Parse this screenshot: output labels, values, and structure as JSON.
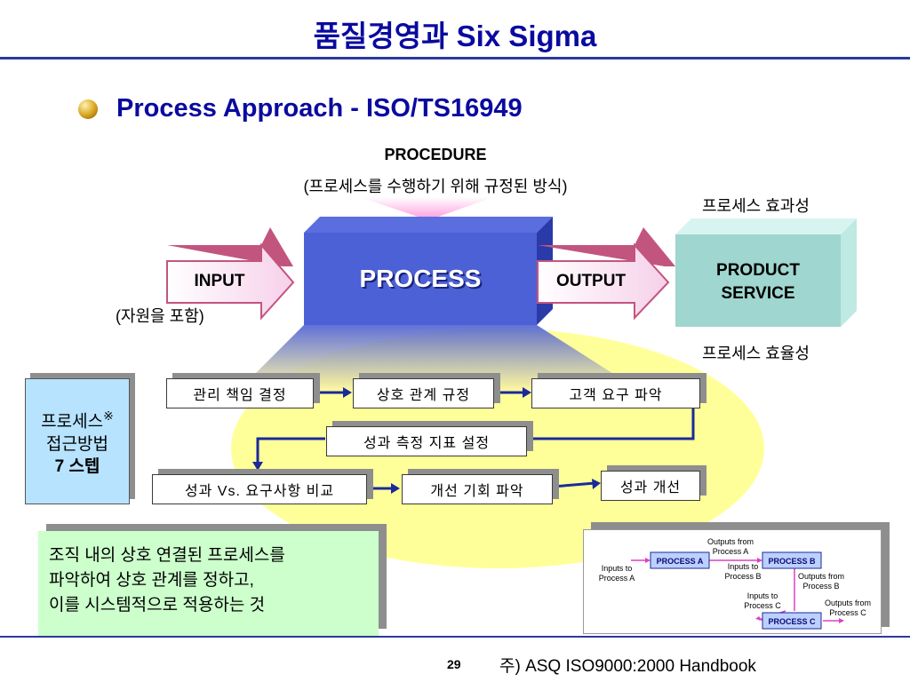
{
  "slide": {
    "title": "품질경영과 Six Sigma",
    "heading": "Process Approach - ISO/TS16949",
    "page_number": "29",
    "source": "주) ASQ ISO9000:2000 Handbook"
  },
  "diagram": {
    "procedure_title": "PROCEDURE",
    "procedure_sub": "(프로세스를 수행하기 위해 규정된 방식)",
    "input_label": "INPUT",
    "input_sub": "(자원을 포함)",
    "process_label": "PROCESS",
    "output_label": "OUTPUT",
    "product_line1": "PRODUCT",
    "product_line2": "SERVICE",
    "effectiveness": "프로세스 효과성",
    "efficiency": "프로세스 효율성"
  },
  "steps": {
    "side_line1": "프로세스",
    "side_mark": "※",
    "side_line2": "접근방법",
    "side_line3": "7 스텝",
    "s1": "관리 책임 결정",
    "s2": "상호 관계 규정",
    "s3": "고객 요구 파악",
    "s4": "성과 측정 지표 설정",
    "s5": "성과 Vs. 요구사항 비교",
    "s6": "개선 기회 파악",
    "s7": "성과 개선"
  },
  "definition": {
    "line1": "조직 내의 상호 연결된 프로세스를",
    "line2": "파악하여 상호 관계를 정하고,",
    "line3": "이를 시스템적으로 적용하는 것"
  },
  "mini": {
    "a": "PROCESS A",
    "b": "PROCESS B",
    "c": "PROCESS C",
    "inA1": "Inputs to",
    "inA2": "Process A",
    "outA1": "Outputs from",
    "outA2": "Process A",
    "inB1": "Inputs to",
    "inB2": "Process B",
    "outB1": "Outputs from",
    "outB2": "Process B",
    "inC1": "Inputs to",
    "inC2": "Process C",
    "outC1": "Outputs from",
    "outC2": "Process C"
  }
}
